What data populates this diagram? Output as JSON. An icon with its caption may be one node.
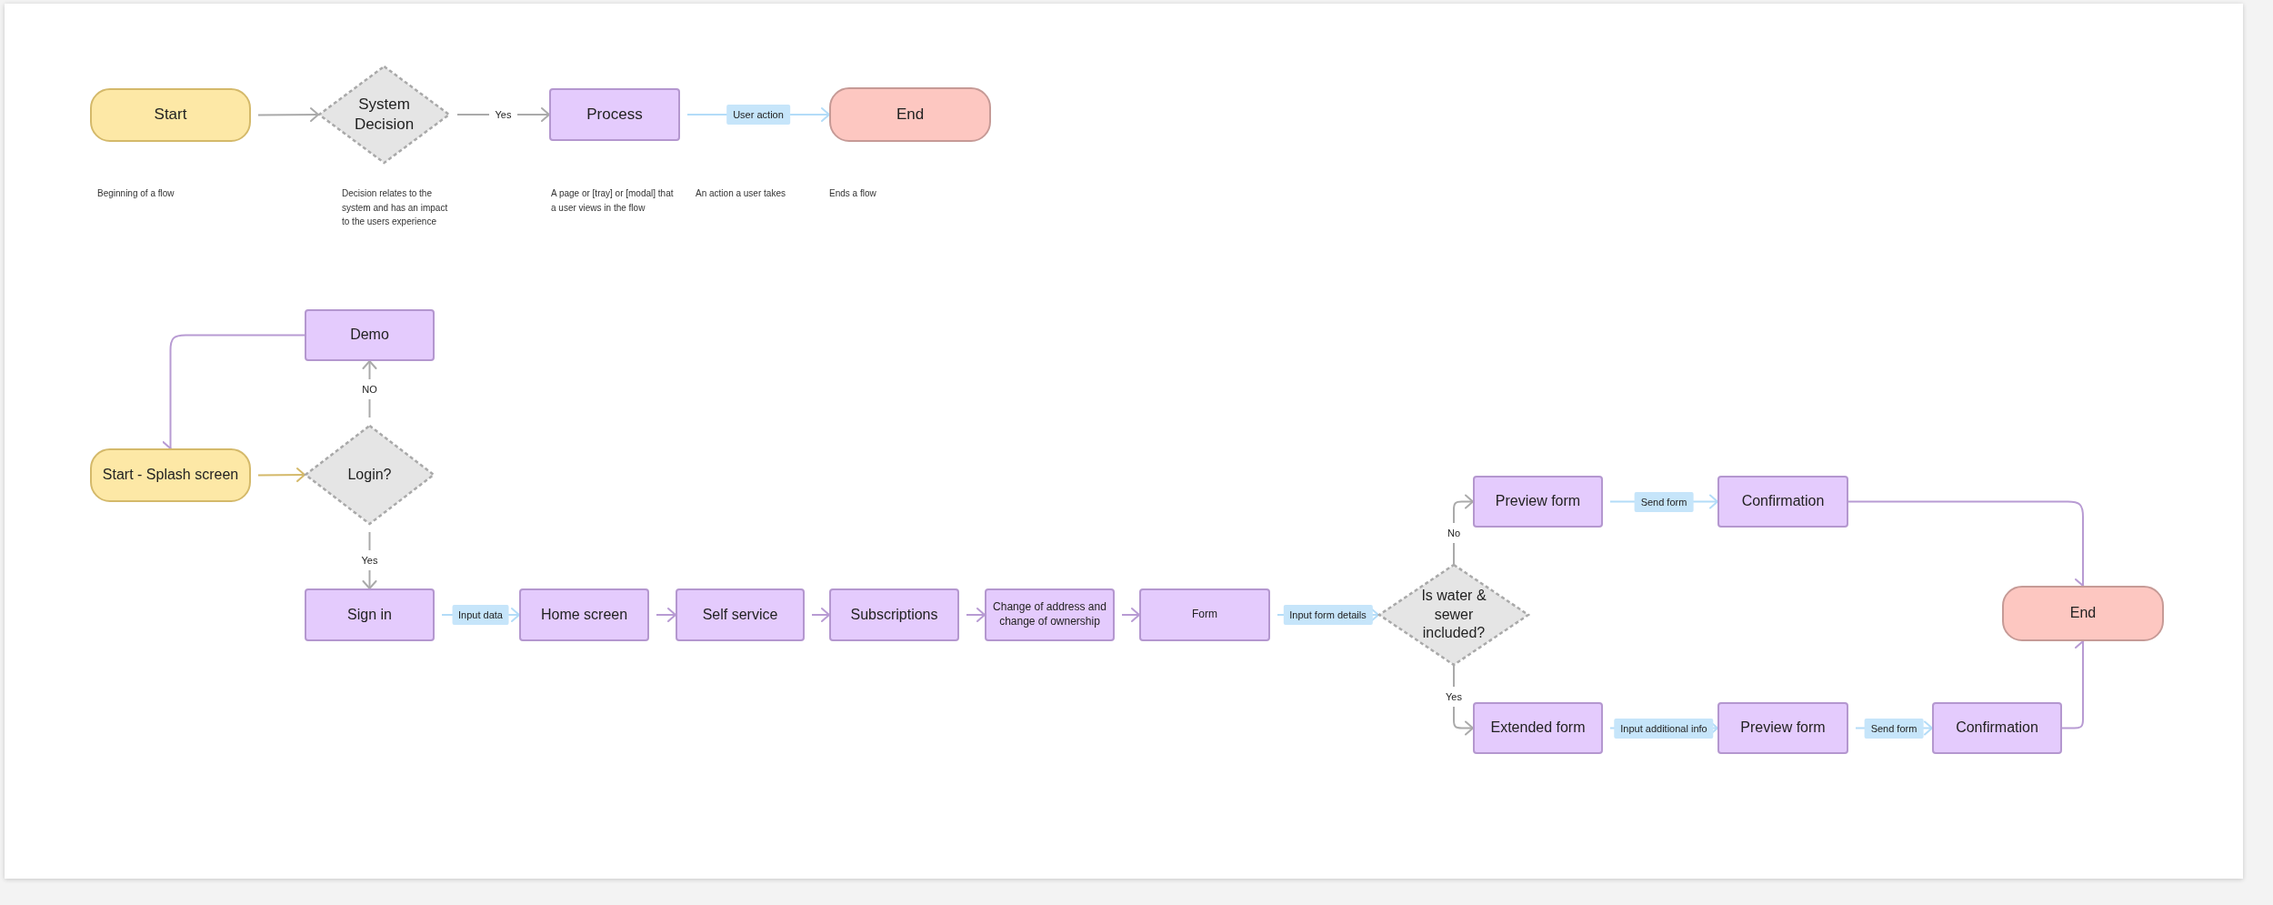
{
  "diagram": {
    "nodes": [
      {
        "text": [
          "Start"
        ]
      },
      {
        "text": [
          "System Decision"
        ]
      },
      {
        "text": [
          "Process"
        ]
      },
      {
        "text": [
          "End"
        ]
      },
      {
        "text": [
          "Demo"
        ]
      },
      {
        "text": [
          "Start - Splash screen"
        ]
      },
      {
        "text": [
          "Login?"
        ]
      },
      {
        "text": [
          "Sign in"
        ]
      },
      {
        "text": [
          "Home screen"
        ]
      },
      {
        "text": [
          "Self service"
        ]
      },
      {
        "text": [
          "Subscriptions"
        ]
      },
      {
        "text": [
          "Change of address and change of ownership"
        ]
      },
      {
        "text": [
          "Form"
        ]
      },
      {
        "text": [
          "Is water & sewer included?"
        ]
      },
      {
        "text": [
          "Preview form"
        ]
      },
      {
        "text": [
          "Confirmation"
        ]
      },
      {
        "text": [
          "End"
        ]
      },
      {
        "text": [
          "Extended form"
        ]
      },
      {
        "text": [
          "Preview form"
        ]
      },
      {
        "text": [
          "Confirmation"
        ]
      }
    ],
    "edges": [
      {
        "from": 0,
        "to": 1,
        "arrow": "to"
      },
      {
        "from": 1,
        "to": 2,
        "arrow": "to",
        "label": "Yes"
      },
      {
        "from": 2,
        "to": 3,
        "arrow": "to",
        "label": "User action",
        "color": "#b3dcf8"
      },
      {
        "from": 4,
        "to": 5,
        "arrow": "to",
        "color": "#b89bd3"
      },
      {
        "from": 5,
        "to": 6,
        "arrow": "to",
        "color": "#d4b96a"
      },
      {
        "from": 6,
        "to": 4,
        "arrow": "to",
        "label": "NO"
      },
      {
        "from": 6,
        "to": 7,
        "arrow": "to",
        "label": "Yes"
      },
      {
        "from": 7,
        "to": 8,
        "arrow": "to",
        "label": "Input data",
        "color": "#b3dcf8"
      },
      {
        "from": 8,
        "to": 9,
        "arrow": "to",
        "color": "#b89bd3"
      },
      {
        "from": 9,
        "to": 10,
        "arrow": "to",
        "color": "#b89bd3"
      },
      {
        "from": 10,
        "to": 11,
        "arrow": "to",
        "color": "#b89bd3"
      },
      {
        "from": 11,
        "to": 12,
        "arrow": "to",
        "color": "#b89bd3"
      },
      {
        "from": 12,
        "to": 13,
        "arrow": "to",
        "label": "Input form details",
        "color": "#b3dcf8"
      },
      {
        "from": 13,
        "to": 14,
        "arrow": "to",
        "label": "No"
      },
      {
        "from": 14,
        "to": 15,
        "arrow": "to",
        "label": "Send form",
        "color": "#b3dcf8"
      },
      {
        "from": 15,
        "to": 16,
        "arrow": "to",
        "color": "#b89bd3"
      },
      {
        "from": 13,
        "to": 17,
        "arrow": "to",
        "label": "Yes"
      },
      {
        "from": 17,
        "to": 18,
        "arrow": "to",
        "label": "Input additional info",
        "color": "#b3dcf8"
      },
      {
        "from": 18,
        "to": 19,
        "arrow": "to",
        "label": "Send form",
        "color": "#b3dcf8"
      },
      {
        "from": 19,
        "to": 16,
        "arrow": "to",
        "color": "#b89bd3"
      }
    ],
    "labels": [
      "Beginning of a flow",
      "Decision relates to the system and has an impact to the users experience",
      "A page or [tray] or [modal] that a user views in the flow",
      "An action a user takes",
      "Ends a flow"
    ]
  }
}
